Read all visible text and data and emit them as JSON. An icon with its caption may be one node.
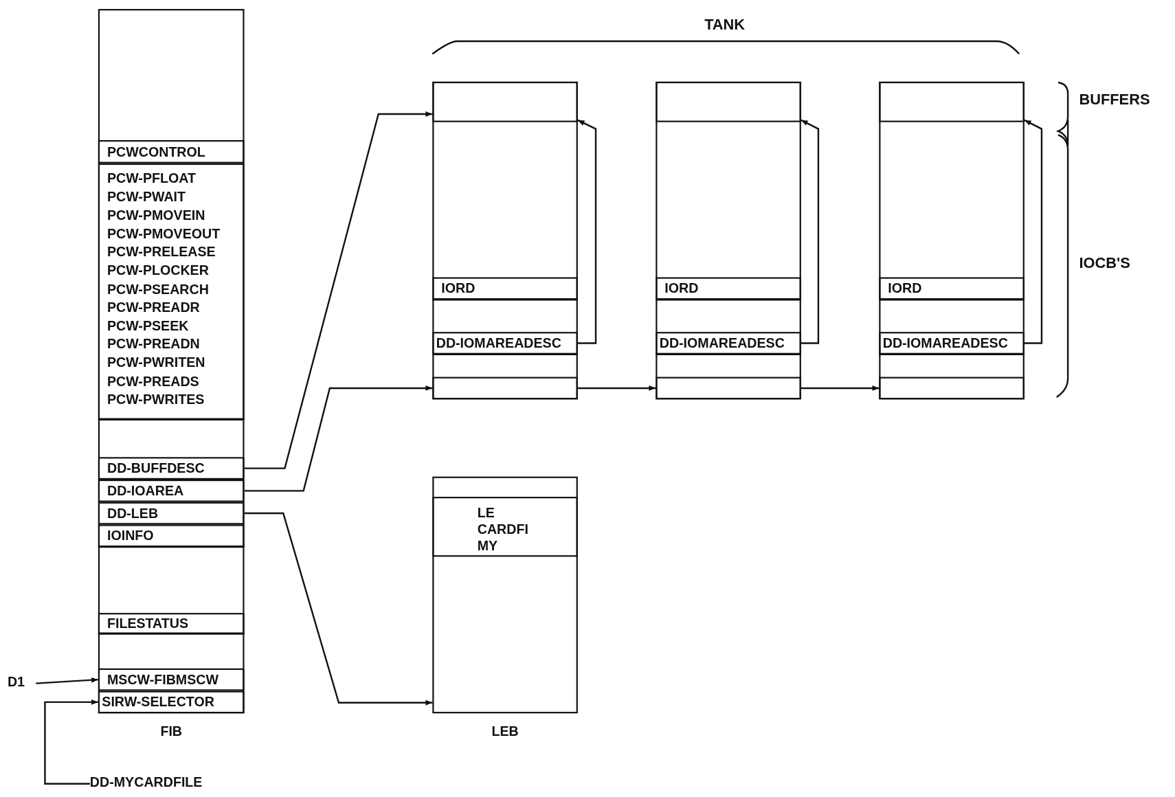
{
  "diagram": {
    "nodes": [
      {
        "text": [
          "FIB"
        ]
      },
      {
        "text": [
          "PCWCONTROL"
        ],
        "in": 0
      },
      {
        "text": [
          "PCW-PFLOAT",
          "PCW-PWAIT",
          "PCW-PMOVEIN",
          "PCW-PMOVEOUT",
          "PCW-PRELEASE",
          "PCW-PLOCKER",
          "PCW-PSEARCH",
          "PCW-PREADR",
          "PCW-PSEEK",
          "PCW-PREADN",
          "PCW-PWRITEN",
          "PCW-PREADS",
          "PCW-PWRITES"
        ],
        "in": 0
      },
      {
        "text": [
          "DD-BUFFDESC"
        ],
        "in": 0
      },
      {
        "text": [
          "DD-IOAREA"
        ],
        "in": 0
      },
      {
        "text": [
          "DD-LEB"
        ],
        "in": 0
      },
      {
        "text": [
          "IOINFO"
        ],
        "in": 0
      },
      {
        "text": [
          "FILESTATUS"
        ],
        "in": 0
      },
      {
        "text": [
          "MSCW-FIBMSCW"
        ],
        "in": 0
      },
      {
        "text": [
          "SIRW-SELECTOR"
        ],
        "in": 0
      },
      {
        "text": [
          "D1"
        ]
      },
      {
        "text": [
          "DD-MYCARDFILE"
        ]
      },
      {
        "text": [
          "LEB"
        ]
      },
      {
        "text": [
          "LE CARDFI MY"
        ],
        "in": 12
      },
      {
        "text": [],
        "shape": "box"
      },
      {
        "text": [],
        "shape": "box",
        "in": 14
      },
      {
        "text": [
          "IORD"
        ],
        "in": 14
      },
      {
        "text": [
          "DD-IOMAREADESC"
        ],
        "in": 14
      },
      {
        "text": [],
        "shape": "box",
        "in": 14
      },
      {
        "text": [],
        "shape": "box"
      },
      {
        "text": [],
        "shape": "box",
        "in": 19
      },
      {
        "text": [
          "IORD"
        ],
        "in": 19
      },
      {
        "text": [
          "DD-IOMAREADESC"
        ],
        "in": 19
      },
      {
        "text": [],
        "shape": "box",
        "in": 19
      },
      {
        "text": [],
        "shape": "box"
      },
      {
        "text": [],
        "shape": "box",
        "in": 24
      },
      {
        "text": [
          "IORD"
        ],
        "in": 24
      },
      {
        "text": [
          "DD-IOMAREADESC"
        ],
        "in": 24
      },
      {
        "text": [],
        "shape": "box",
        "in": 24
      }
    ],
    "edges": [
      {
        "from": 3,
        "to": 15,
        "arrow": "to"
      },
      {
        "from": 4,
        "to": 18,
        "arrow": "to"
      },
      {
        "from": 5,
        "to": 12,
        "arrow": "to"
      },
      {
        "from": 10,
        "to": 8,
        "arrow": "to"
      },
      {
        "from": 11,
        "to": 9,
        "arrow": "to"
      },
      {
        "from": 17,
        "to": 15,
        "arrow": "to"
      },
      {
        "from": 22,
        "to": 20,
        "arrow": "to"
      },
      {
        "from": 27,
        "to": 25,
        "arrow": "to"
      },
      {
        "from": 18,
        "to": 23,
        "arrow": "to"
      },
      {
        "from": 23,
        "to": 28,
        "arrow": "to"
      }
    ],
    "labels": [
      "TANK",
      "BUFFERS",
      "IOCB'S"
    ]
  }
}
